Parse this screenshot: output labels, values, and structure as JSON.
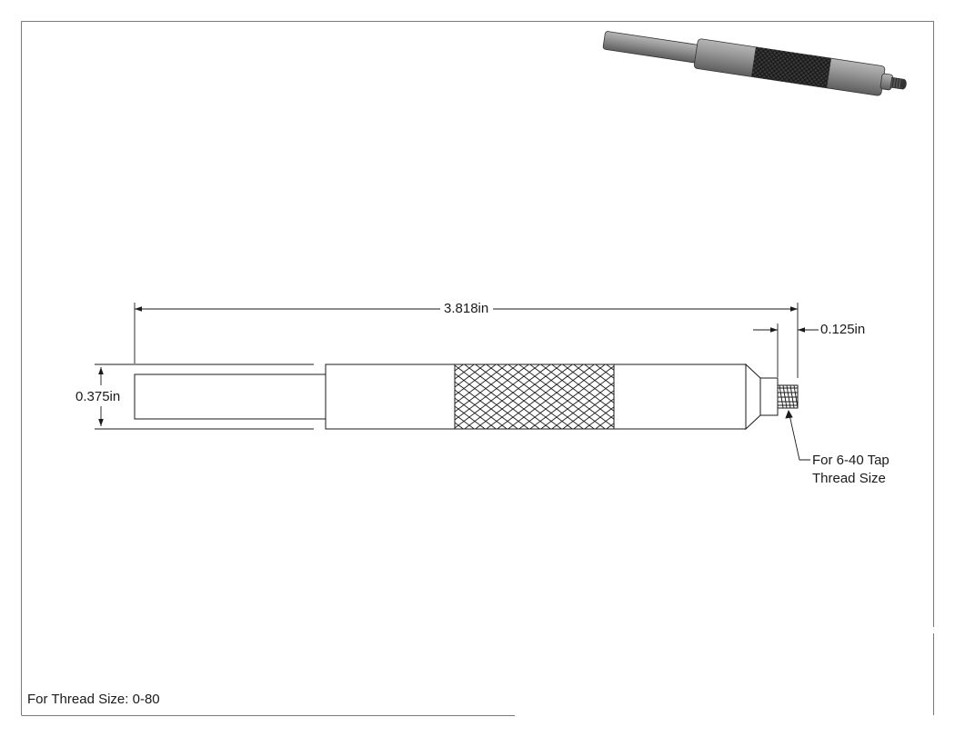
{
  "drawing": {
    "overall_length": "3.818in",
    "tip_length": "0.125in",
    "diameter": "0.375in",
    "tap_note_line1": "For 6-40 Tap",
    "tap_note_line2": "Thread Size",
    "footer_note": "For Thread Size: 0-80"
  },
  "colors": {
    "line": "#1a1a1a",
    "shaded_body": "#8a8a8a",
    "knurl_dark": "#2a2a2a",
    "border": "#7a7a7a"
  }
}
